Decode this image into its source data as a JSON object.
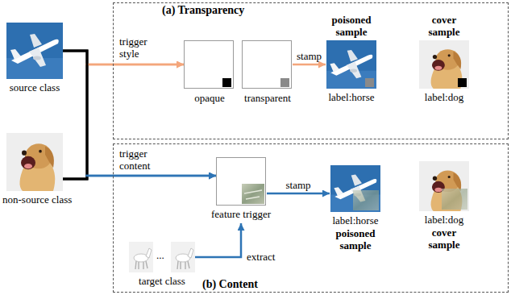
{
  "diagram": {
    "nodes": [
      {
        "text": [
          "(a) Transparency"
        ]
      },
      {
        "text": [
          "(b) Content"
        ]
      },
      {
        "text": [
          "source class"
        ]
      },
      {
        "text": [
          "non-source class"
        ]
      },
      {
        "text": [
          "opaque"
        ],
        "in": 0
      },
      {
        "text": [
          "transparent"
        ],
        "in": 0
      },
      {
        "text": [
          "poisoned sample",
          "label:horse"
        ],
        "in": 0
      },
      {
        "text": [
          "cover sample",
          "label:dog"
        ],
        "in": 0
      },
      {
        "text": [
          "feature trigger"
        ],
        "in": 1
      },
      {
        "text": [
          "label:horse",
          "poisoned sample"
        ],
        "in": 1
      },
      {
        "text": [
          "label:dog",
          "cover sample"
        ],
        "in": 1
      },
      {
        "text": [
          "target class"
        ],
        "in": 1
      }
    ],
    "edges": [
      {
        "from": 2,
        "to": 4,
        "label": "trigger style",
        "arrow": "to"
      },
      {
        "from": 3,
        "to": 4,
        "arrow": "to"
      },
      {
        "from": 2,
        "to": 8,
        "label": "trigger content",
        "arrow": "to"
      },
      {
        "from": 3,
        "to": 8,
        "arrow": "to"
      },
      {
        "from": 5,
        "to": 6,
        "label": "stamp",
        "arrow": "to"
      },
      {
        "from": 8,
        "to": 9,
        "label": "stamp",
        "arrow": "to"
      },
      {
        "from": 11,
        "to": 8,
        "label": "extract",
        "arrow": "to"
      }
    ],
    "labels": [
      "..."
    ]
  }
}
